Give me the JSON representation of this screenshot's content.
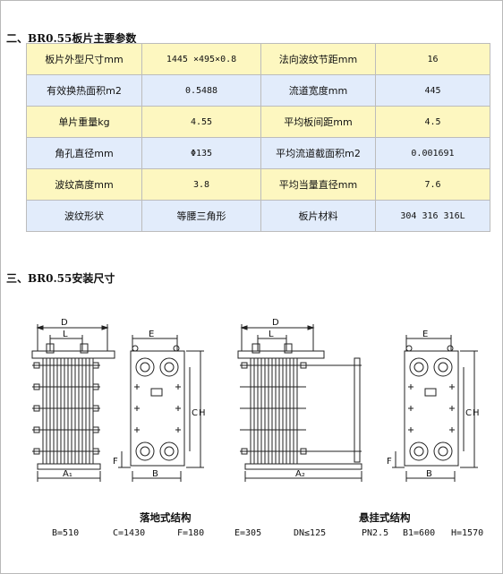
{
  "section1": {
    "title": "二、BR0.55板片主要参数"
  },
  "table": {
    "rows": [
      [
        "板片外型尺寸mm",
        "1445 ×495×0.8",
        "法向波纹节距mm",
        "16"
      ],
      [
        "有效换热面积m2",
        "0.5488",
        "流道宽度mm",
        "445"
      ],
      [
        "单片重量kg",
        "4.55",
        "平均板间距mm",
        "4.5"
      ],
      [
        "角孔直径mm",
        "Φ135",
        "平均流道截面积m2",
        "0.001691"
      ],
      [
        "波纹高度mm",
        "3.8",
        "平均当量直径mm",
        "7.6"
      ],
      [
        "波纹形状",
        "等腰三角形",
        "板片材料",
        "304 316 316L"
      ]
    ]
  },
  "section2": {
    "title": "三、BR0.55安装尺寸"
  },
  "drawing": {
    "labels": {
      "d": "D",
      "l": "L",
      "a1": "A₁",
      "a2": "A₂",
      "e": "E",
      "b": "B",
      "c": "C",
      "h": "H",
      "f": "F"
    }
  },
  "captions": {
    "floor": "落地式结构",
    "hanging": "悬挂式结构"
  },
  "dimensions": {
    "b": "B=510",
    "c": "C=1430",
    "f": "F=180",
    "e": "E=305",
    "dn": "DN≤125",
    "pn": "PN2.5",
    "b1": "B1=600",
    "h": "H=1570"
  }
}
